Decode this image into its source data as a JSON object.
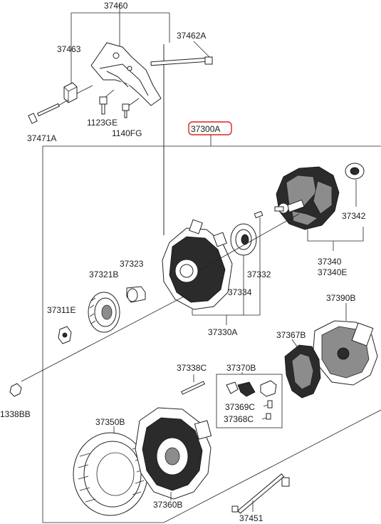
{
  "labels": {
    "p37460": "37460",
    "p37463": "37463",
    "p37462A": "37462A",
    "p1123GE": "1123GE",
    "p1140FG": "1140FG",
    "p37471A": "37471A",
    "p37300A": "37300A",
    "p37342": "37342",
    "p37340": "37340",
    "p37340E": "37340E",
    "p37323": "37323",
    "p37321B": "37321B",
    "p37332": "37332",
    "p37334": "37334",
    "p37311E": "37311E",
    "p37330A": "37330A",
    "p37390B": "37390B",
    "p37367B": "37367B",
    "p37338C": "37338C",
    "p37370B": "37370B",
    "p1338BB": "1338BB",
    "p37369C": "37369C",
    "p37368C": "37368C",
    "p37350B": "37350B",
    "p37360B": "37360B",
    "p37451": "37451"
  },
  "colors": {
    "highlight": "#e02020",
    "line": "#222222"
  }
}
